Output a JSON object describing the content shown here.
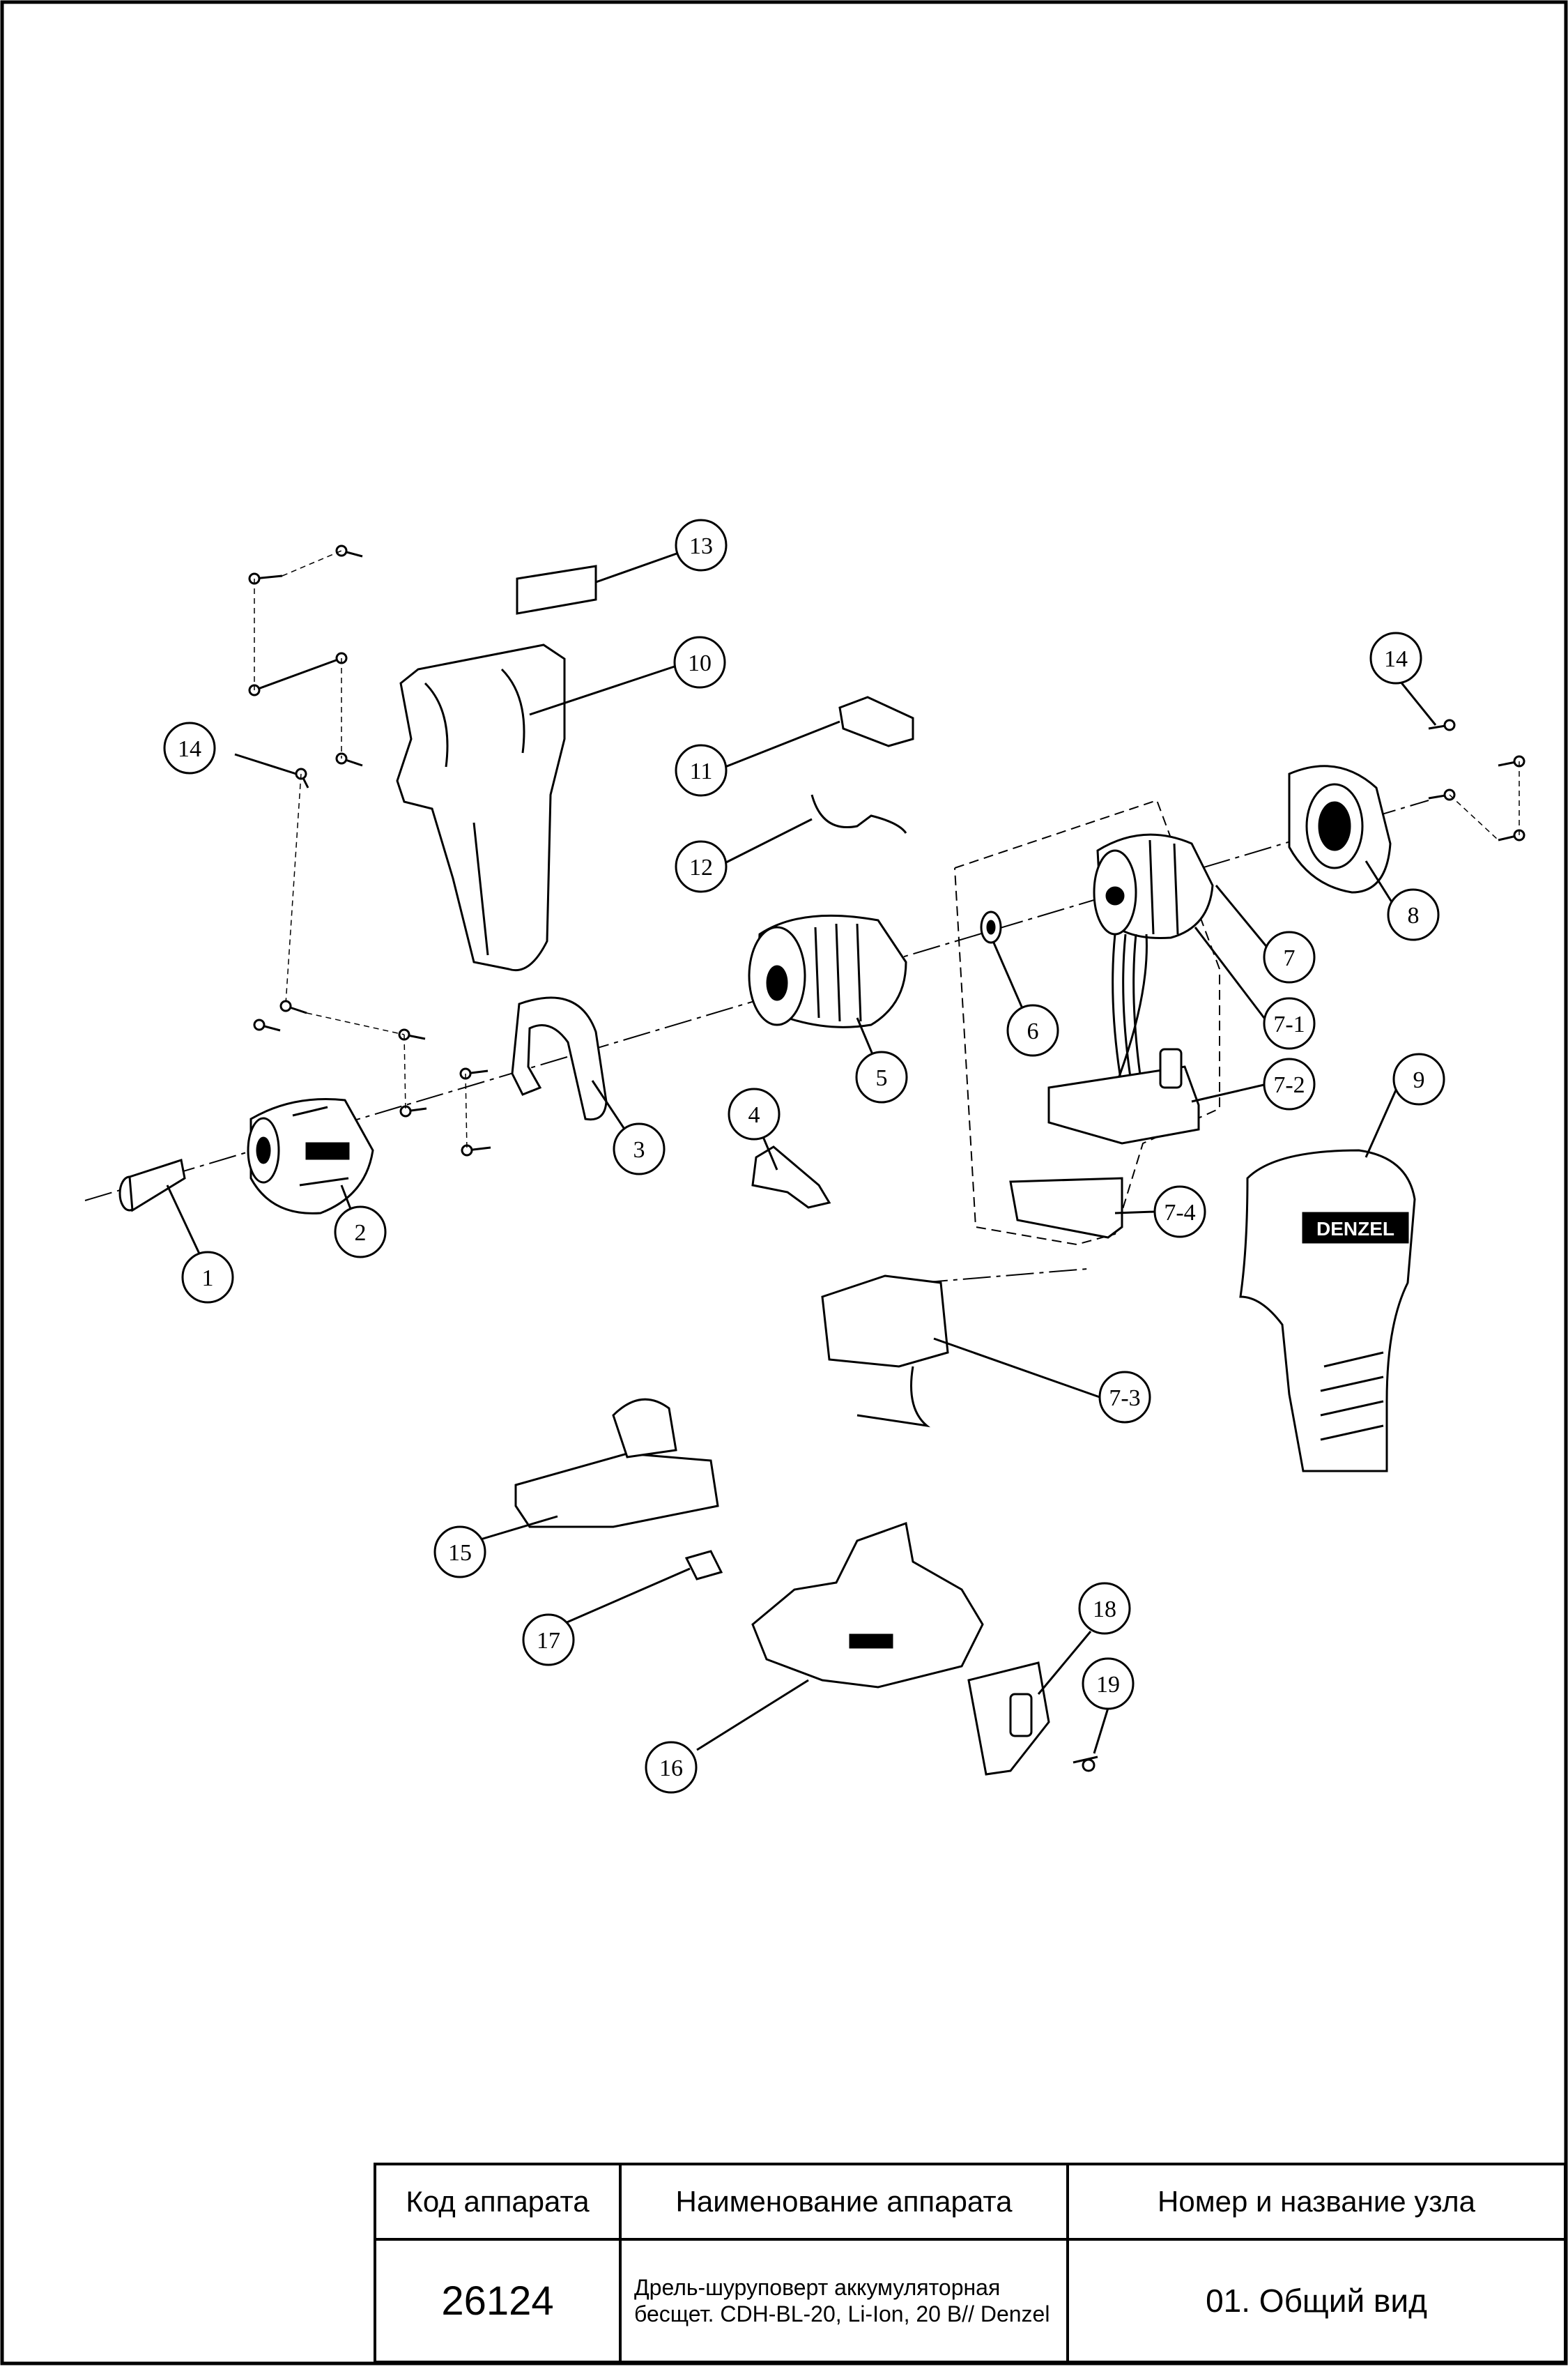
{
  "callouts": [
    "1",
    "2",
    "3",
    "4",
    "5",
    "6",
    "7",
    "7-1",
    "7-2",
    "7-3",
    "7-4",
    "8",
    "9",
    "10",
    "11",
    "12",
    "13",
    "14",
    "14",
    "15",
    "16",
    "17",
    "18",
    "19"
  ],
  "logo_text": "DENZEL",
  "title_block": {
    "headers": [
      "Код аппарата",
      "Наименование аппарата",
      "Номер и название узла"
    ],
    "code": "26124",
    "name": "Дрель-шуруповерт аккумуляторная бесщет. CDH-BL-20, Li-Ion, 20 В// Denzel",
    "assembly": "01. Общий вид"
  }
}
